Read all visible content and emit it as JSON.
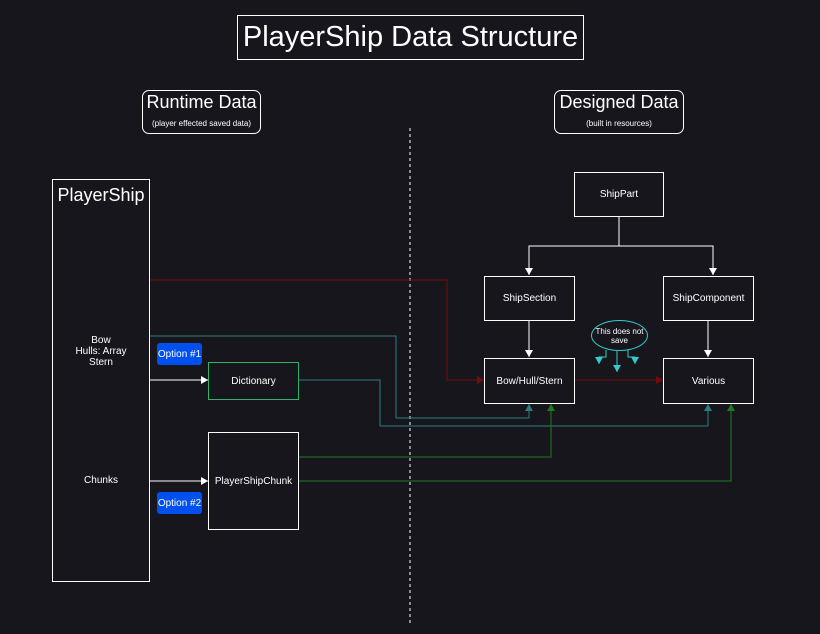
{
  "title": "PlayerShip Data Structure",
  "runtime": {
    "title": "Runtime Data",
    "subtitle": "(player effected saved data)"
  },
  "designed": {
    "title": "Designed Data",
    "subtitle": "(built in resources)"
  },
  "player_ship": {
    "title": "PlayerShip",
    "fields_line1": "Bow",
    "fields_line2": "Hulls: Array",
    "fields_line3": "Stern",
    "chunks": "Chunks"
  },
  "options": {
    "option1": "Option #1",
    "option2": "Option #2"
  },
  "nodes": {
    "dictionary": "Dictionary",
    "player_ship_chunk": "PlayerShipChunk",
    "ship_part": "ShipPart",
    "ship_section": "ShipSection",
    "ship_component": "ShipComponent",
    "bow_hull_stern": "Bow/Hull/Stern",
    "various": "Various"
  },
  "note": {
    "line1": "This does not",
    "line2": "save"
  },
  "colors": {
    "background": "#18161d",
    "white": "#ffffff",
    "dark_red": "#7a0a0a",
    "teal": "#2c7d7b",
    "dark_green": "#1e7a1e",
    "cyan": "#33cccc",
    "option_blue": "#0050ef",
    "dictionary_border": "#2fb36b"
  }
}
